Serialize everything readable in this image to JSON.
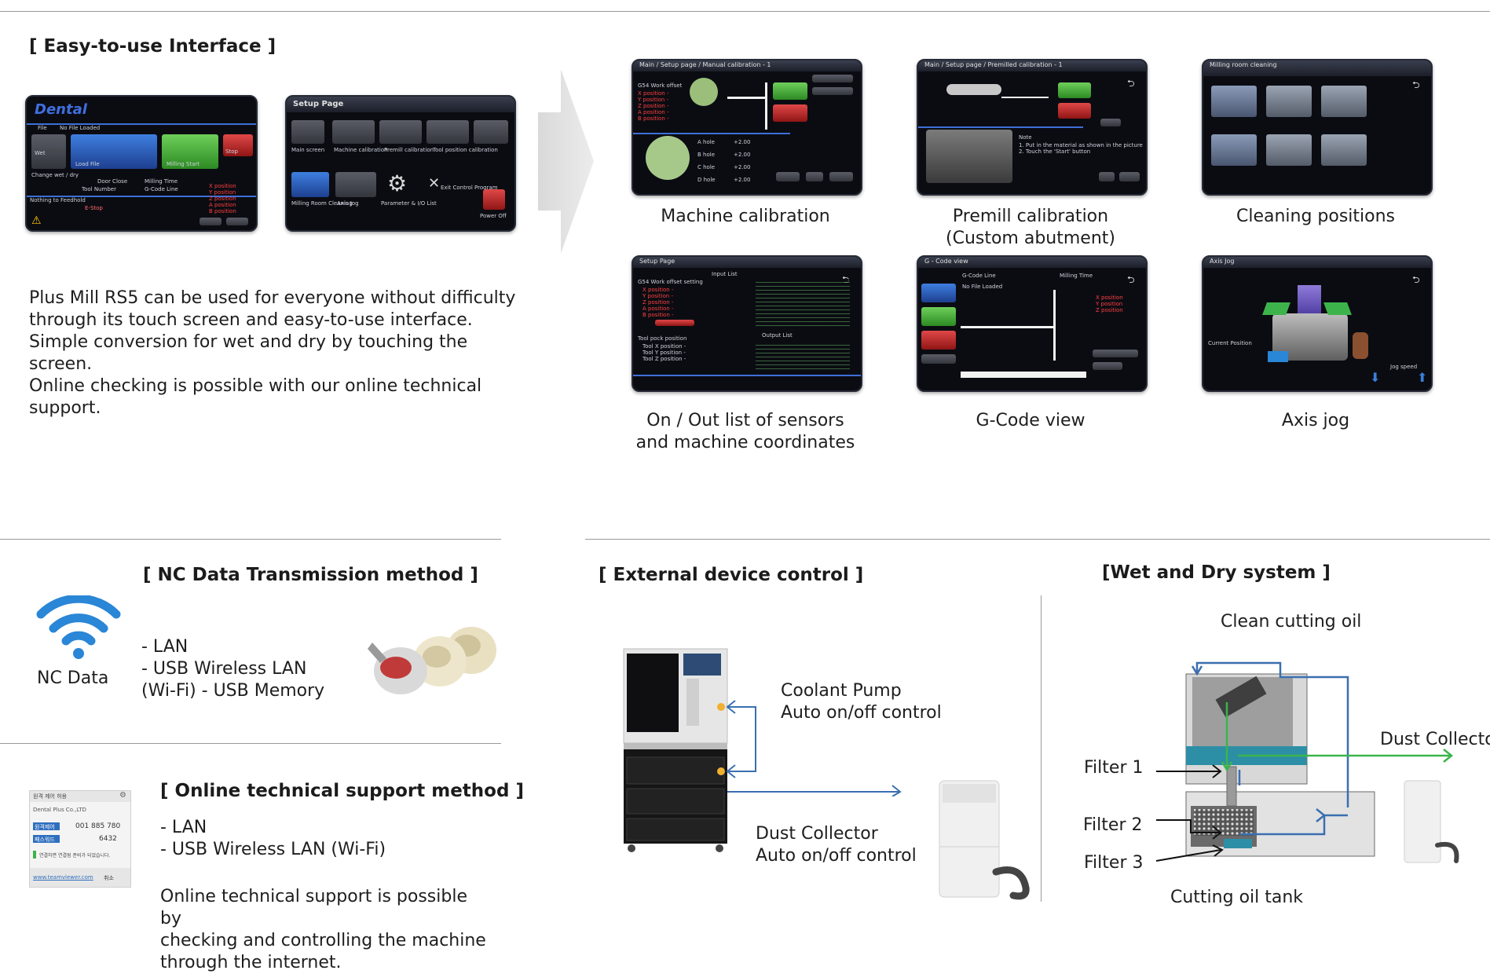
{
  "interface": {
    "heading": "[ Easy-to-use Interface ]",
    "description": [
      "Plus Mill RS5 can be used for everyone without difficulty",
      "through its touch screen and easy-to-use interface.",
      "Simple conversion for wet and dry by touching the screen.",
      "Online checking is possible with our online technical",
      "support."
    ],
    "main_screen": {
      "logo": "Dental",
      "tab": "File",
      "no_file": "No File Loaded",
      "buttons": [
        "Wet",
        "Load File",
        "Milling Start",
        "Stop"
      ],
      "wet_dry": "Change wet / dry",
      "door_close": "Door Close",
      "milling_time": "Milling Time",
      "tool_number": "Tool Number",
      "gcode_line": "G-Code Line",
      "feedhold": "Nothing to Feedhold",
      "estop": "E-Stop",
      "positions": [
        "X position",
        "Y position",
        "Z position",
        "A position",
        "B position"
      ]
    },
    "setup_screen": {
      "title": "Setup Page",
      "items": [
        "Main screen",
        "Machine calibration",
        "Premill calibration",
        "Tool position calibration",
        "Milling Room Cleaning",
        "Axis Jog",
        "Parameter & I/O List",
        "Exit Control Program",
        "Power Off"
      ]
    }
  },
  "thumbnails": [
    {
      "title": "Main / Setup page / Manual calibration - 1",
      "caption": [
        "Machine calibration"
      ]
    },
    {
      "title": "Main / Setup page / Premilled calibration - 1",
      "caption": [
        "Premill calibration",
        "(Custom abutment)"
      ]
    },
    {
      "title": "Milling room cleaning",
      "caption": [
        "Cleaning positions"
      ]
    },
    {
      "title": "Setup Page",
      "caption": [
        "On / Out list of sensors",
        "and machine coordinates"
      ]
    },
    {
      "title": "G - Code view",
      "caption": [
        "G-Code view"
      ]
    },
    {
      "title": "Axis Jog",
      "caption": [
        "Axis jog"
      ]
    }
  ],
  "thumb_details": {
    "calib_offsets": "G54 Work offset",
    "calib_holes": [
      "A hole",
      "B hole",
      "C hole",
      "D hole"
    ],
    "calib_value": "+2.00",
    "premill_note": "Note",
    "io_input": "Input List",
    "io_output": "Output List",
    "io_offset": "G54 Work offset setting",
    "io_tool": "Tool pock position",
    "gcode_no_file": "No File Loaded",
    "gcode_line": "G-Code Line",
    "gcode_time": "Milling Time",
    "axis_position": "Current Position",
    "axis_speed": "Jog speed"
  },
  "nc": {
    "heading": "[ NC Data Transmission method ]",
    "icon_label": "NC Data",
    "items": [
      "- LAN",
      "- USB Wireless LAN",
      "(Wi-Fi)  -  USB Memory"
    ]
  },
  "online": {
    "heading": "[ Online technical support method ]",
    "items": [
      "- LAN",
      "- USB Wireless LAN (Wi-Fi)"
    ],
    "description": [
      "Online technical support is possible by",
      "checking and controlling the machine",
      "through the internet."
    ],
    "panel": {
      "title": "원격 제어 허용",
      "company": "Dental Plus Co.,LTD",
      "id_label": "원격제어",
      "id_value": "001 885 780",
      "pw_label": "패스워드",
      "pw_value": "6432",
      "status": "연결하면 연결됨 준비가 되었습니다.",
      "link": "www.teamviewer.com",
      "cancel": "취소"
    }
  },
  "external": {
    "heading": "[ External device control ]",
    "coolant": [
      "Coolant Pump",
      "Auto on/off control"
    ],
    "dust": [
      "Dust Collector",
      "Auto on/off control"
    ]
  },
  "wetdry": {
    "heading": "[Wet and Dry system ]",
    "clean_oil": "Clean cutting oil",
    "dust_collector": "Dust Collector",
    "filter1": "Filter 1",
    "filter2": "Filter 2",
    "filter3": "Filter 3",
    "tank": "Cutting oil tank"
  },
  "colors": {
    "rule": "#9a9a9a",
    "wifi": "#2a86d6",
    "arrow_blue": "#3a6fb0",
    "arrow_green": "#3cb44b",
    "screen_bg": "#0b0c12"
  }
}
